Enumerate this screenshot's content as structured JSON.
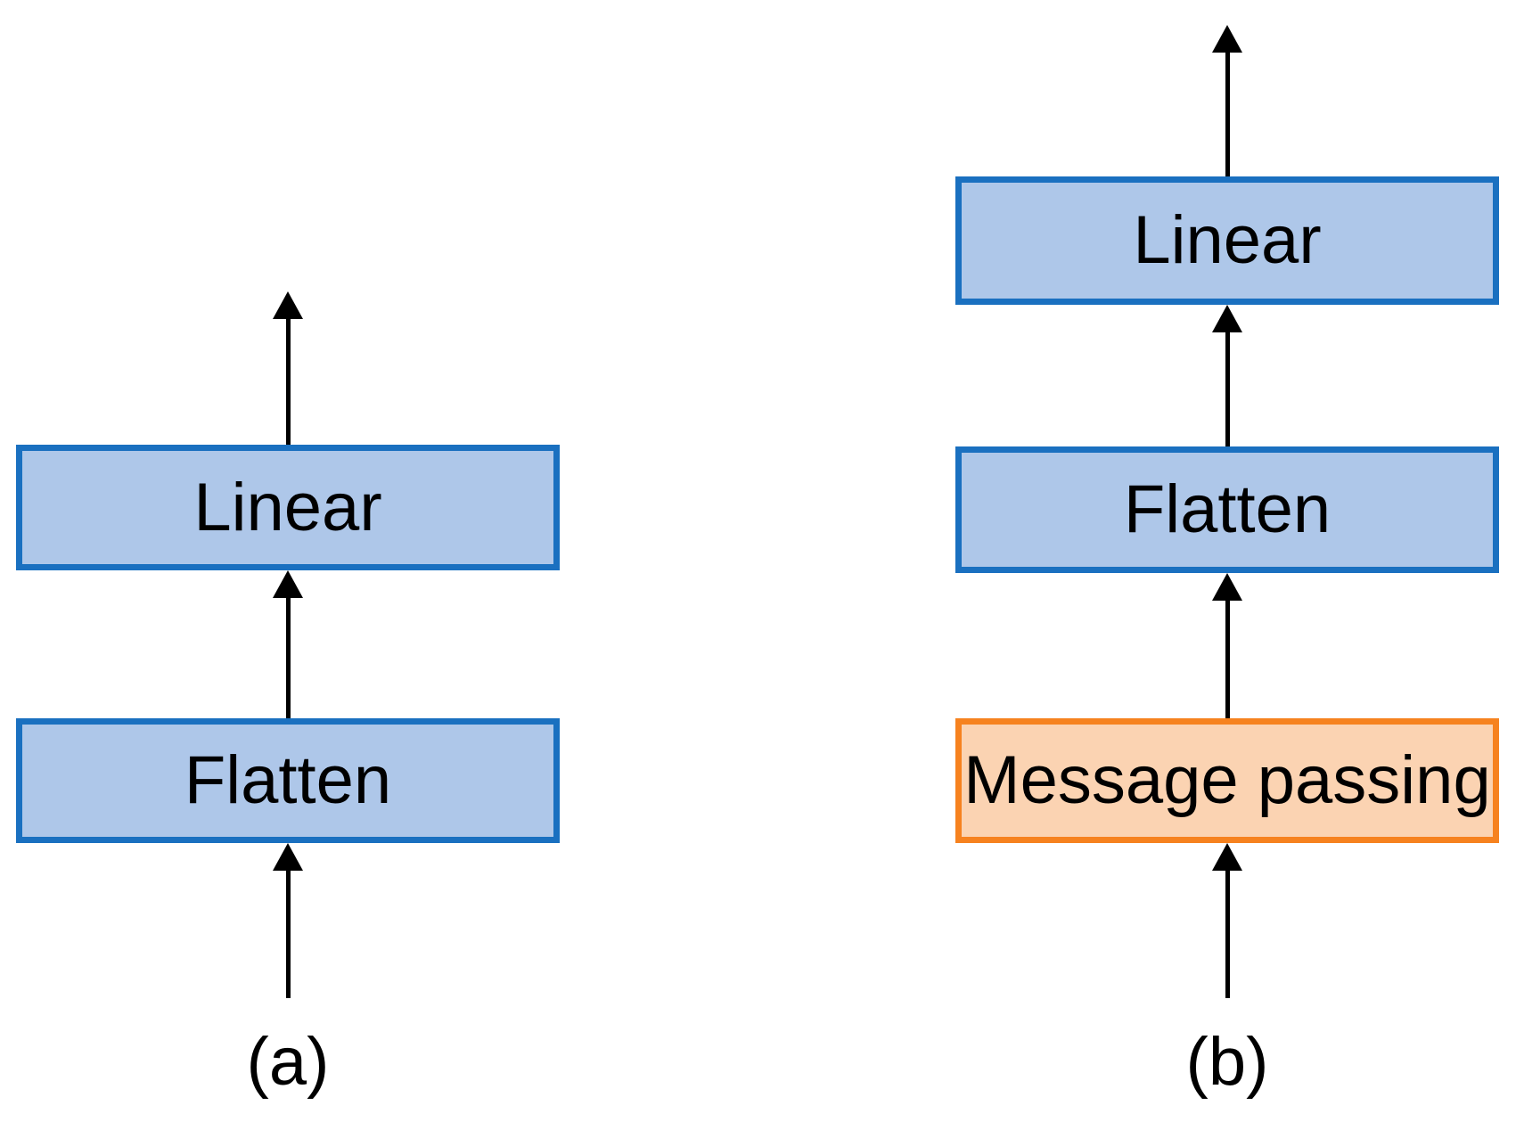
{
  "figure": {
    "panel_a": {
      "caption": "(a)",
      "linear_label": "Linear",
      "flatten_label": "Flatten"
    },
    "panel_b": {
      "caption": "(b)",
      "linear_label": "Linear",
      "flatten_label": "Flatten",
      "message_passing_label": "Message passing"
    },
    "colors": {
      "background": "#ffffff",
      "text_color": "#000000",
      "arrow_color": "#000000",
      "blue_box_fill": "#aec7e9",
      "blue_box_border": "#1a70c0",
      "orange_box_fill": "#fbd3b2",
      "orange_box_border": "#f6821f"
    }
  }
}
